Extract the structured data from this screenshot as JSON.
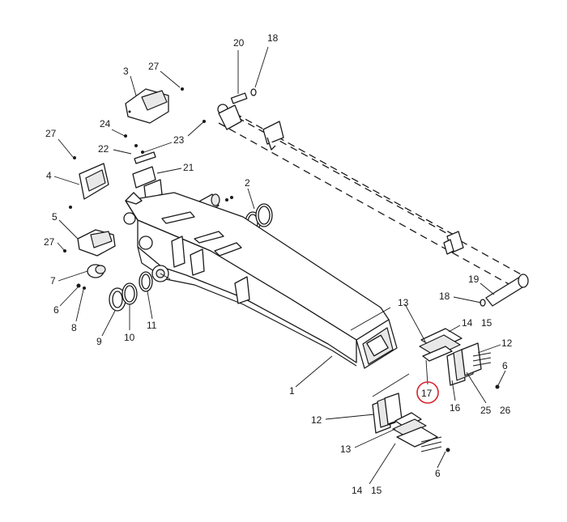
{
  "diagram": {
    "callouts": [
      {
        "id": "c20",
        "text": "20"
      },
      {
        "id": "c18a",
        "text": "18"
      },
      {
        "id": "c3",
        "text": "3"
      },
      {
        "id": "c27a",
        "text": "27"
      },
      {
        "id": "c24",
        "text": "24"
      },
      {
        "id": "c23",
        "text": "23"
      },
      {
        "id": "c22",
        "text": "22"
      },
      {
        "id": "c27b",
        "text": "27"
      },
      {
        "id": "c21",
        "text": "21"
      },
      {
        "id": "c4",
        "text": "4"
      },
      {
        "id": "c2",
        "text": "2"
      },
      {
        "id": "c5",
        "text": "5"
      },
      {
        "id": "c27c",
        "text": "27"
      },
      {
        "id": "c7",
        "text": "7"
      },
      {
        "id": "c6a",
        "text": "6"
      },
      {
        "id": "c8",
        "text": "8"
      },
      {
        "id": "c9",
        "text": "9"
      },
      {
        "id": "c10",
        "text": "10"
      },
      {
        "id": "c11",
        "text": "11"
      },
      {
        "id": "c19",
        "text": "19"
      },
      {
        "id": "c18b",
        "text": "18"
      },
      {
        "id": "c13a",
        "text": "13"
      },
      {
        "id": "c14a",
        "text": "14"
      },
      {
        "id": "c15a",
        "text": "15"
      },
      {
        "id": "c12a",
        "text": "12"
      },
      {
        "id": "c6b",
        "text": "6"
      },
      {
        "id": "c1",
        "text": "1"
      },
      {
        "id": "c17",
        "text": "17"
      },
      {
        "id": "c16",
        "text": "16"
      },
      {
        "id": "c25",
        "text": "25"
      },
      {
        "id": "c26",
        "text": "26"
      },
      {
        "id": "c12b",
        "text": "12"
      },
      {
        "id": "c13b",
        "text": "13"
      },
      {
        "id": "c6c",
        "text": "6"
      },
      {
        "id": "c14b",
        "text": "14"
      },
      {
        "id": "c15b",
        "text": "15"
      }
    ],
    "highlighted_callout": "17",
    "highlight_color": "#d8222a"
  }
}
